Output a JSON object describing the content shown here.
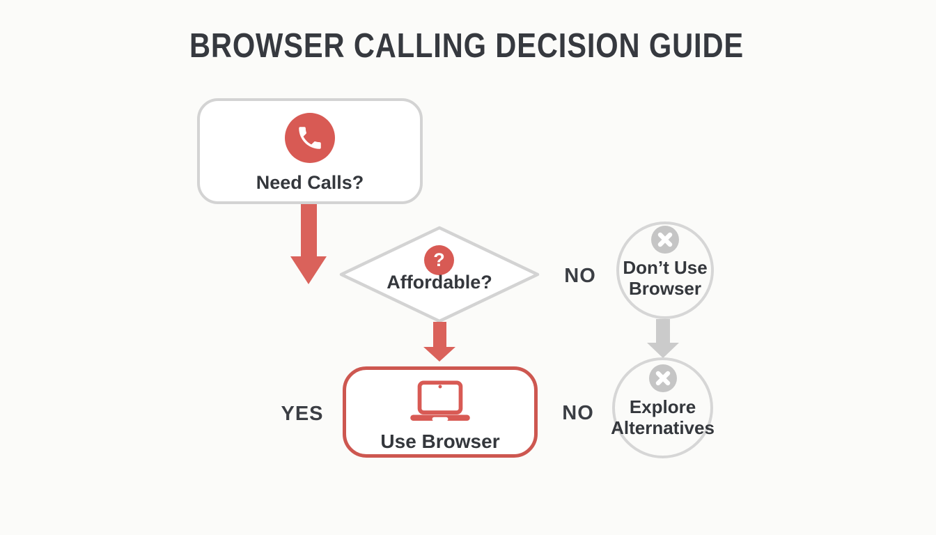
{
  "title": "BROWSER CALLING DECISION GUIDE",
  "colors": {
    "accent_red": "#d85a54",
    "arrow_red": "#da625b",
    "node_border_gray": "#d3d3d3",
    "badge_gray": "#c5c5c5",
    "arrow_gray": "#cbcbcb",
    "text_dark": "#34373c",
    "background": "#fbfbf9"
  },
  "icons": {
    "question_glyph": "?"
  },
  "flowchart": {
    "nodes": [
      {
        "id": "need-calls",
        "shape": "rounded-rect",
        "icon": "phone-icon",
        "label": "Need Calls?"
      },
      {
        "id": "affordable",
        "shape": "diamond",
        "icon": "question-icon",
        "label": "Affordable?"
      },
      {
        "id": "dont-use-browser",
        "shape": "circle",
        "icon": "x-icon",
        "label_line1": "Don’t Use",
        "label_line2": "Browser"
      },
      {
        "id": "use-browser",
        "shape": "rounded-rect",
        "icon": "laptop-icon",
        "label": "Use Browser"
      },
      {
        "id": "explore-alternatives",
        "shape": "circle",
        "icon": "x-icon",
        "label_line1": "Explore",
        "label_line2": "Alternatives"
      }
    ],
    "edge_labels": {
      "yes": "YES",
      "no_top": "NO",
      "no_bottom": "NO"
    }
  }
}
